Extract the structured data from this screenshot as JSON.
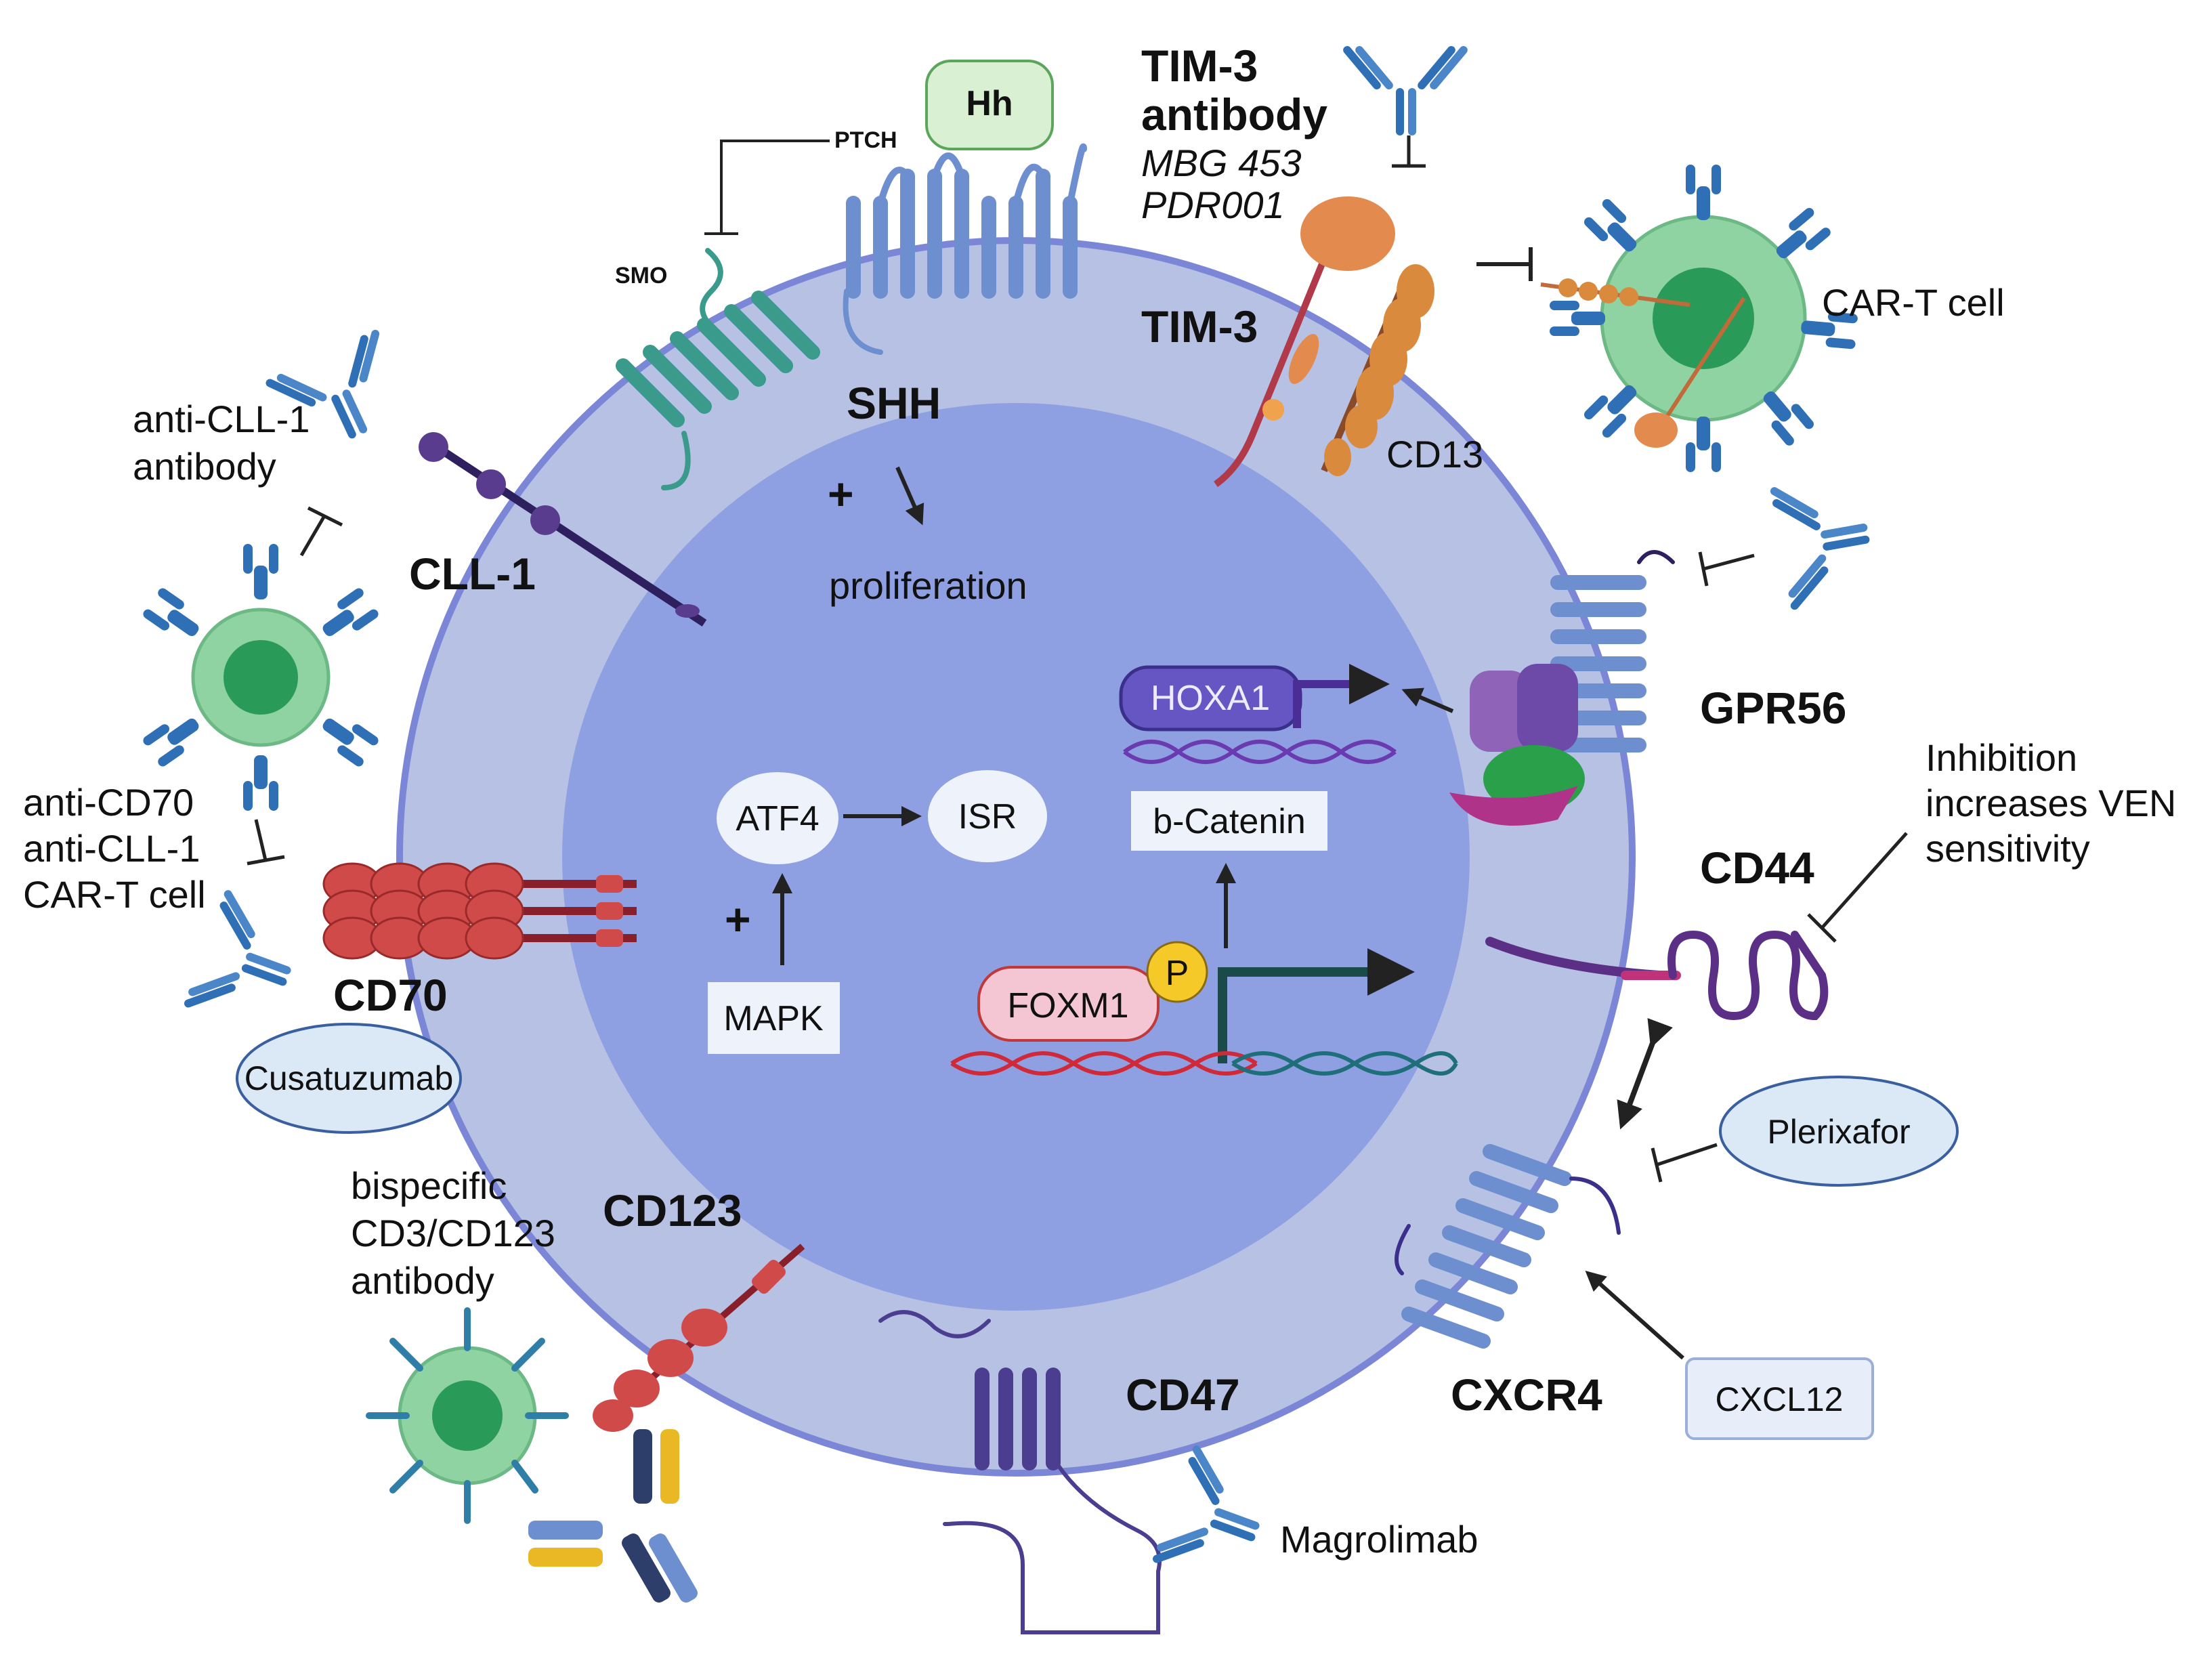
{
  "labels": {
    "hh": "Hh",
    "ptch": "PTCH",
    "smo": "SMO",
    "shh": "SHH",
    "plus1": "+",
    "proliferation": "proliferation",
    "tim3_ab_title1": "TIM-3",
    "tim3_ab_title2": "antibody",
    "tim3_ab_drug1": "MBG 453",
    "tim3_ab_drug2": "PDR001",
    "tim3": "TIM-3",
    "cd13": "CD13",
    "car_t_cell": "CAR-T cell",
    "anti_cll1_line1": "anti-CLL-1",
    "anti_cll1_line2": "antibody",
    "cll1": "CLL-1",
    "anti_cd70_line1": "anti-CD70",
    "anti_cd70_line2": "anti-CLL-1",
    "anti_cd70_line3": "CAR-T cell",
    "cd70": "CD70",
    "cusatuzumab": "Cusatuzumab",
    "atf4": "ATF4",
    "isr": "ISR",
    "plus2": "+",
    "mapk": "MAPK",
    "hoxa1": "HOXA1",
    "gpr56": "GPR56",
    "b_catenin": "b-Catenin",
    "foxm1": "FOXM1",
    "p": "P",
    "inhibition_line1": "Inhibition",
    "inhibition_line2": "increases VEN",
    "inhibition_line3": "sensitivity",
    "cd44": "CD44",
    "plerixafor": "Plerixafor",
    "bispecific_line1": "bispecific",
    "bispecific_line2": "CD3/CD123",
    "bispecific_line3": "antibody",
    "cd123": "CD123",
    "cd47": "CD47",
    "cxcr4": "CXCR4",
    "cxcl12": "CXCL12",
    "magrolimab": "Magrolimab"
  },
  "colors": {
    "outer_cell": "#b7c1e4",
    "outer_border": "#7b87d6",
    "inner_cell": "#8fa0e2",
    "receptor_blue": "#6d8fd0",
    "smo_green": "#3a9a8c",
    "antibody_blue": "#2f6fb5",
    "car_t_green": "#8fd3a2",
    "car_t_nucleus": "#2a9a58",
    "cd70_red": "#c0393a",
    "cd123_red": "#c0393a",
    "cll1_purple": "#2e1f5e",
    "hoxa1_purple": "#6656c4",
    "foxm1_pink": "#f4c5d2",
    "p_yellow": "#f5c928",
    "node_bg": "#eef2fb",
    "arrow": "#222222",
    "cd47_purple": "#4b3d8f",
    "cd44_purple": "#5b2f86"
  }
}
